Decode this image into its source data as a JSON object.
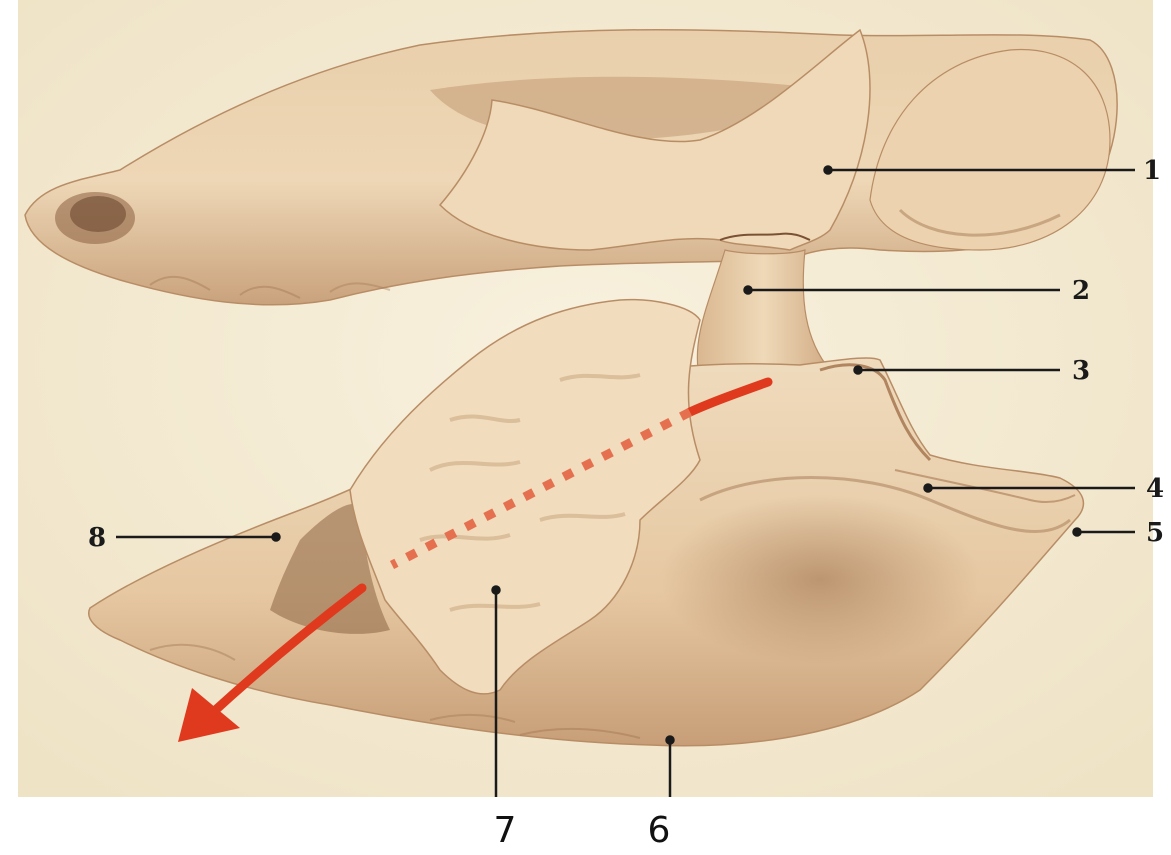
{
  "labels": {
    "l1": "1",
    "l2": "2",
    "l3": "3",
    "l4": "4",
    "l5": "5",
    "l6": "6",
    "l7": "7",
    "l8": "8"
  },
  "colors": {
    "background": "#f6eed8",
    "bone": "#ecd3b0",
    "bone_light": "#f4e2c6",
    "bone_shadow": "#b88d66",
    "arrow": "#e03a1e",
    "leader": "#1a1a1a"
  }
}
